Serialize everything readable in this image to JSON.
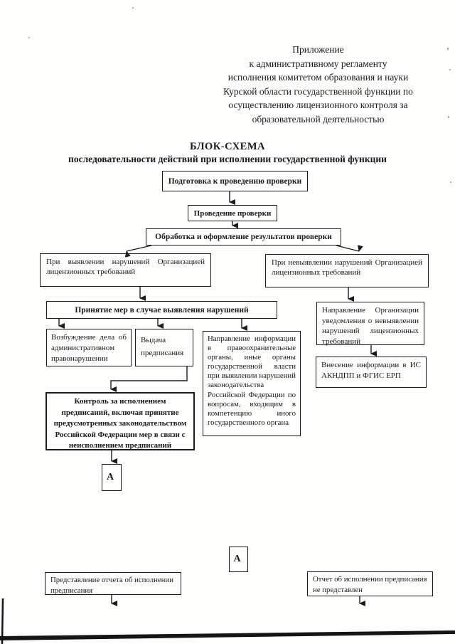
{
  "page": {
    "header_lines": [
      "Приложение",
      "к административному регламенту",
      "исполнения комитетом образования и науки",
      "Курской области государственной функции по",
      "осуществлению лицензионного контроля за",
      "образовательной деятельностью"
    ],
    "title_line1": "БЛОК-СХЕМА",
    "title_line2": "последовательности действий при исполнении государственной функции"
  },
  "flowchart": {
    "boxes": {
      "prep": "Подготовка к проведению проверки",
      "conduct": "Проведение проверки",
      "processing": "Обработка и оформление результатов проверки",
      "violations_found": "При выявлении нарушений Организацией лицензионных требований",
      "no_violations": "При невыявлении нарушений Организацией лицензионных требований",
      "measures": "Принятие мер в случае выявления нарушений",
      "case_initiation": "Возбуждение дела об административном правонарушении",
      "order_issue": "Выдача предписания",
      "info_referral": "Направление информации в правоохранительные органы, иные органы государственной власти при выявлении нарушений законодательства Российской Федерации по вопросам, входящим в компетенцию иного государственного органа",
      "notification": "Направление Организации уведомления о невыявлении нарушений лицензионных требований",
      "info_entry": "Внесение информации в ИС АКНДПП и ФГИС ЕРП",
      "control": "Контроль за исполнением предписаний, включая принятие предусмотренных законодательством Российской Федерации мер в связи с неисполнением предписаний",
      "connector_a1": "А",
      "connector_a2": "А",
      "report_submitted": "Представление отчета об исполнении предписания",
      "report_not_submitted": "Отчет об исполнении предписания не представлен"
    },
    "ink_color": "#1b1b1b"
  }
}
